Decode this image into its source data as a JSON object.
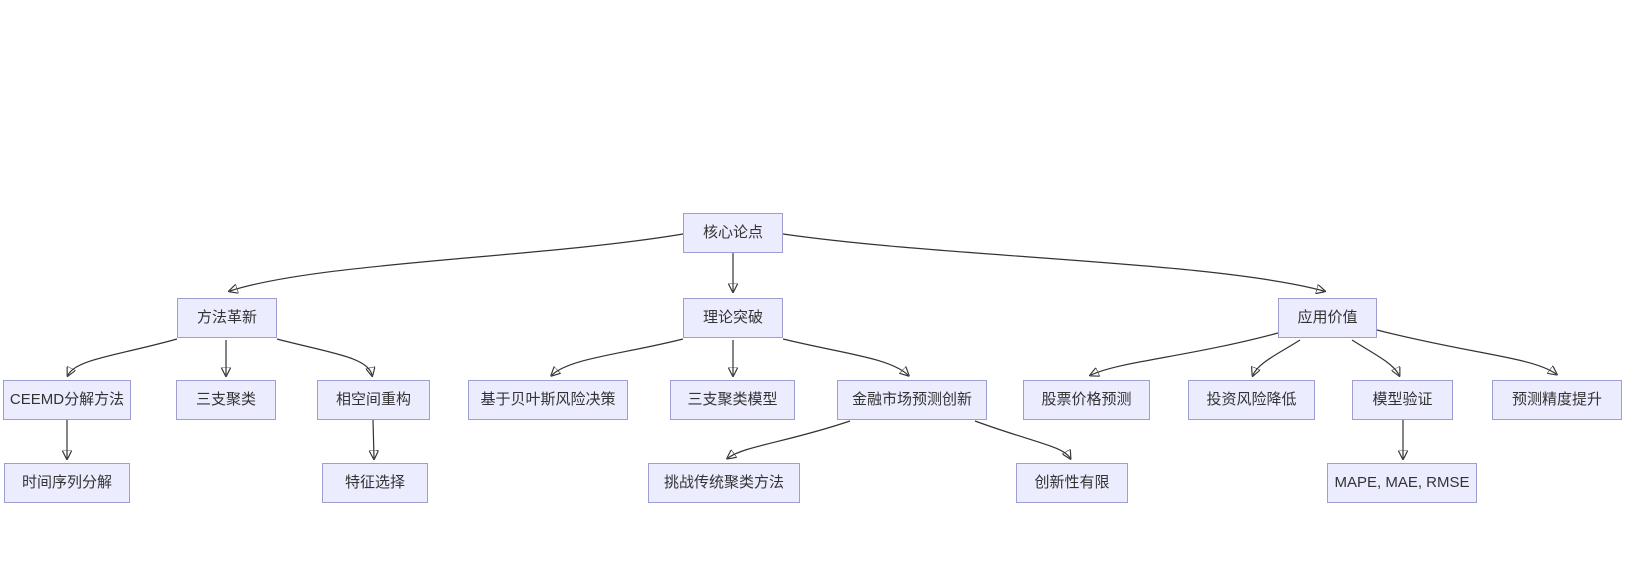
{
  "diagram": {
    "type": "flowchart-tree",
    "background": "#ffffff",
    "node_fill": "#ECECFF",
    "node_border": "#9E9ED1",
    "edge_color": "#333333",
    "text_color": "#333333"
  },
  "nodes": {
    "core": {
      "label": "核心论点"
    },
    "method": {
      "label": "方法革新"
    },
    "theory": {
      "label": "理论突破"
    },
    "value": {
      "label": "应用价值"
    },
    "ceemd": {
      "label": "CEEMD分解方法"
    },
    "three_way": {
      "label": "三支聚类"
    },
    "phase": {
      "label": "相空间重构"
    },
    "bayes": {
      "label": "基于贝叶斯风险决策"
    },
    "twc_model": {
      "label": "三支聚类模型"
    },
    "fin": {
      "label": "金融市场预测创新"
    },
    "stock": {
      "label": "股票价格预测"
    },
    "risk": {
      "label": "投资风险降低"
    },
    "model_val": {
      "label": "模型验证"
    },
    "precision": {
      "label": "预测精度提升"
    },
    "ts_decomp": {
      "label": "时间序列分解"
    },
    "feature": {
      "label": "特征选择"
    },
    "challenge": {
      "label": "挑战传统聚类方法"
    },
    "limited": {
      "label": "创新性有限"
    },
    "metrics": {
      "label": "MAPE, MAE, RMSE"
    }
  },
  "edges": [
    {
      "from": "core",
      "to": "method"
    },
    {
      "from": "core",
      "to": "theory"
    },
    {
      "from": "core",
      "to": "value"
    },
    {
      "from": "method",
      "to": "ceemd"
    },
    {
      "from": "method",
      "to": "three_way"
    },
    {
      "from": "method",
      "to": "phase"
    },
    {
      "from": "theory",
      "to": "bayes"
    },
    {
      "from": "theory",
      "to": "twc_model"
    },
    {
      "from": "theory",
      "to": "fin"
    },
    {
      "from": "value",
      "to": "stock"
    },
    {
      "from": "value",
      "to": "risk"
    },
    {
      "from": "value",
      "to": "model_val"
    },
    {
      "from": "value",
      "to": "precision"
    },
    {
      "from": "ceemd",
      "to": "ts_decomp"
    },
    {
      "from": "phase",
      "to": "feature"
    },
    {
      "from": "fin",
      "to": "challenge"
    },
    {
      "from": "fin",
      "to": "limited"
    },
    {
      "from": "model_val",
      "to": "metrics"
    }
  ]
}
